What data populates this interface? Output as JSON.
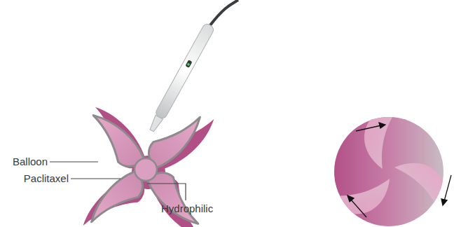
{
  "diagram": {
    "labels": [
      "Balloon",
      "Paclitaxel",
      "Hydrophilic"
    ]
  }
}
